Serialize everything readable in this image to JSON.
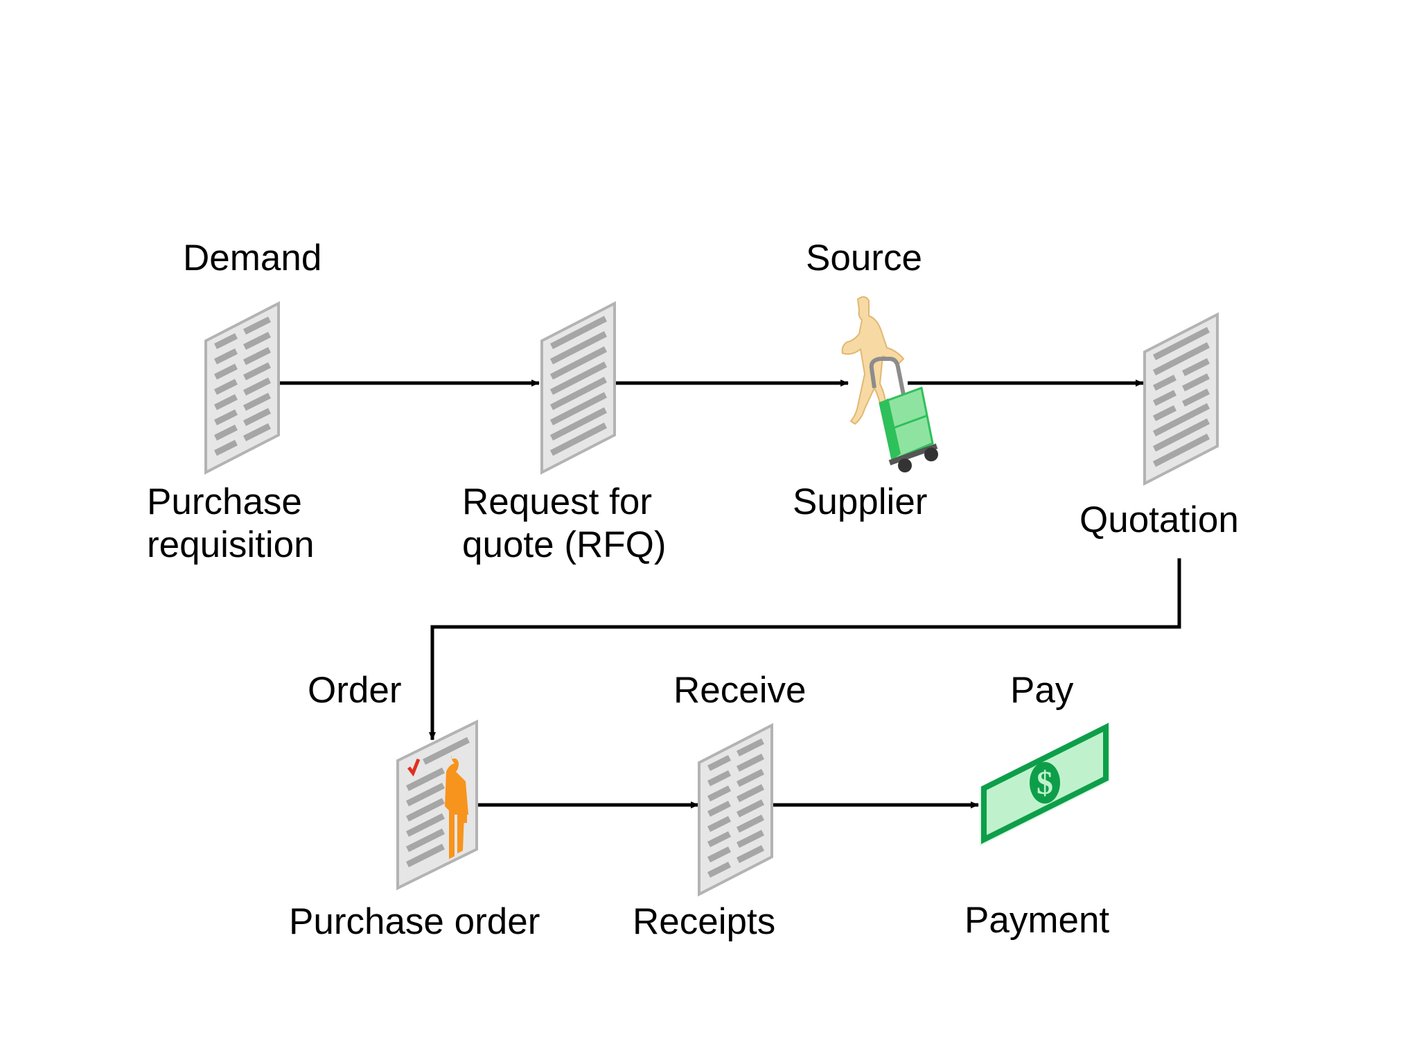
{
  "stages": {
    "demand": "Demand",
    "source": "Source",
    "order": "Order",
    "receive": "Receive",
    "pay": "Pay"
  },
  "documents": {
    "purchase_requisition": "Purchase\nrequisition",
    "rfq": "Request for\nquote (RFQ)",
    "supplier": "Supplier",
    "quotation": "Quotation",
    "purchase_order": "Purchase order",
    "receipts": "Receipts",
    "payment": "Payment"
  },
  "icons": {
    "purchase_requisition": "document-icon",
    "rfq": "document-icon",
    "supplier": "supplier-with-hand-truck-icon",
    "quotation": "document-icon",
    "purchase_order": "purchase-order-document-icon",
    "receipts": "document-icon",
    "payment": "dollar-bill-icon"
  },
  "colors": {
    "document_fill": "#e6e6e6",
    "document_stroke": "#b3b3b3",
    "document_lines": "#a6a6a6",
    "arrow": "#000000",
    "person_fill": "#f7d9a3",
    "box_fill": "#8fe3a0",
    "box_dark": "#2ec05a",
    "bill_fill": "#bff2cc",
    "bill_stroke": "#0e9e4a",
    "po_person": "#f7941d",
    "check_mark": "#e0301e"
  }
}
